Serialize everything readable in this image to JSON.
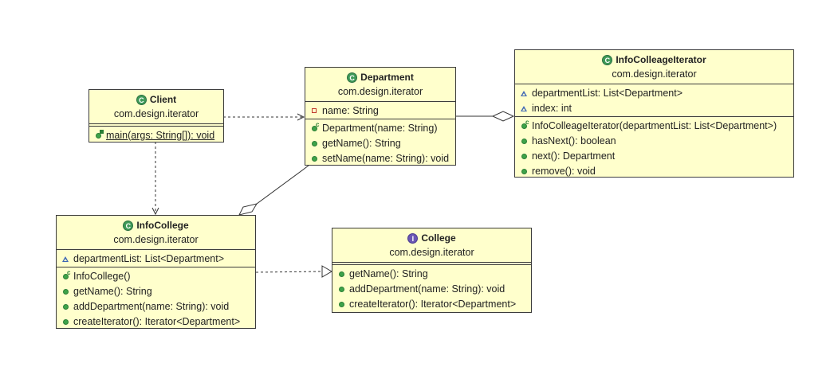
{
  "colors": {
    "class_fill": "#ffffcc",
    "border": "#3c3c3c",
    "public_method": "#3ea34a",
    "package_field": "#3c65b4",
    "private_field": "#c0392b",
    "class_icon": "#3f9a58",
    "interface_icon": "#6a56b4"
  },
  "classes": {
    "client": {
      "name": "Client",
      "package": "com.design.iterator",
      "icon": "class-icon",
      "fields": [],
      "methods": [
        {
          "text": "main(args: String[]): void",
          "visibility": "public-static"
        }
      ]
    },
    "department": {
      "name": "Department",
      "package": "com.design.iterator",
      "icon": "class-icon",
      "fields": [
        {
          "text": "name: String",
          "visibility": "private"
        }
      ],
      "methods": [
        {
          "text": "Department(name: String)",
          "visibility": "public-constructor"
        },
        {
          "text": "getName(): String",
          "visibility": "public"
        },
        {
          "text": "setName(name: String): void",
          "visibility": "public"
        }
      ]
    },
    "info_colleage_iterator": {
      "name": "InfoColleageIterator",
      "package": "com.design.iterator",
      "icon": "class-icon",
      "fields": [
        {
          "text": "departmentList: List<Department>",
          "visibility": "package"
        },
        {
          "text": "index: int",
          "visibility": "package"
        }
      ],
      "methods": [
        {
          "text": "InfoColleageIterator(departmentList: List<Department>)",
          "visibility": "public-constructor"
        },
        {
          "text": "hasNext(): boolean",
          "visibility": "public"
        },
        {
          "text": "next(): Department",
          "visibility": "public"
        },
        {
          "text": "remove(): void",
          "visibility": "public"
        }
      ]
    },
    "info_college": {
      "name": "InfoCollege",
      "package": "com.design.iterator",
      "icon": "class-icon",
      "fields": [
        {
          "text": "departmentList: List<Department>",
          "visibility": "package"
        }
      ],
      "methods": [
        {
          "text": "InfoCollege()",
          "visibility": "public-constructor"
        },
        {
          "text": "getName(): String",
          "visibility": "public"
        },
        {
          "text": "addDepartment(name: String): void",
          "visibility": "public"
        },
        {
          "text": "createIterator(): Iterator<Department>",
          "visibility": "public"
        }
      ]
    },
    "college": {
      "name": "College",
      "package": "com.design.iterator",
      "icon": "interface-icon",
      "fields": [],
      "methods": [
        {
          "text": "getName(): String",
          "visibility": "public"
        },
        {
          "text": "addDepartment(name: String): void",
          "visibility": "public"
        },
        {
          "text": "createIterator(): Iterator<Department>",
          "visibility": "public"
        }
      ]
    }
  },
  "relationships": [
    {
      "from": "Client",
      "to": "Department",
      "kind": "dependency"
    },
    {
      "from": "Client",
      "to": "InfoCollege",
      "kind": "dependency"
    },
    {
      "from": "InfoColleageIterator",
      "to": "Department",
      "kind": "aggregation"
    },
    {
      "from": "InfoCollege",
      "to": "Department",
      "kind": "aggregation"
    },
    {
      "from": "InfoCollege",
      "to": "College",
      "kind": "realization"
    }
  ]
}
